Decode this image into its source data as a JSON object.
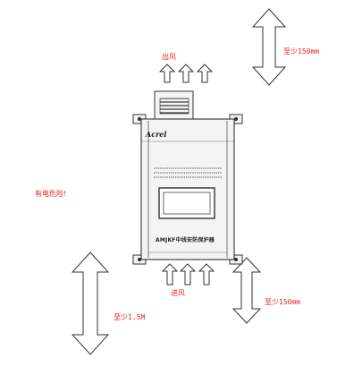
{
  "labels": {
    "outlet": "出风",
    "inlet": "进风",
    "warning": "有电危险!",
    "clearance_top": "至少150mm",
    "clearance_bottom": "至少150mm",
    "clearance_left": "至少1.5M"
  },
  "device": {
    "brand": "Acrel",
    "model_name": "AMJKF中线安防保护器"
  },
  "colors": {
    "label_red": "#e8231f",
    "outline": "#333333",
    "cabinet_fill": "#f4f4f4",
    "screen_fill": "#ffffff"
  },
  "icons": [
    "up-arrow-icon",
    "double-headed-arrow-icon",
    "mounting-ear-icon",
    "lcd-screen-icon",
    "vent-grille-icon"
  ]
}
